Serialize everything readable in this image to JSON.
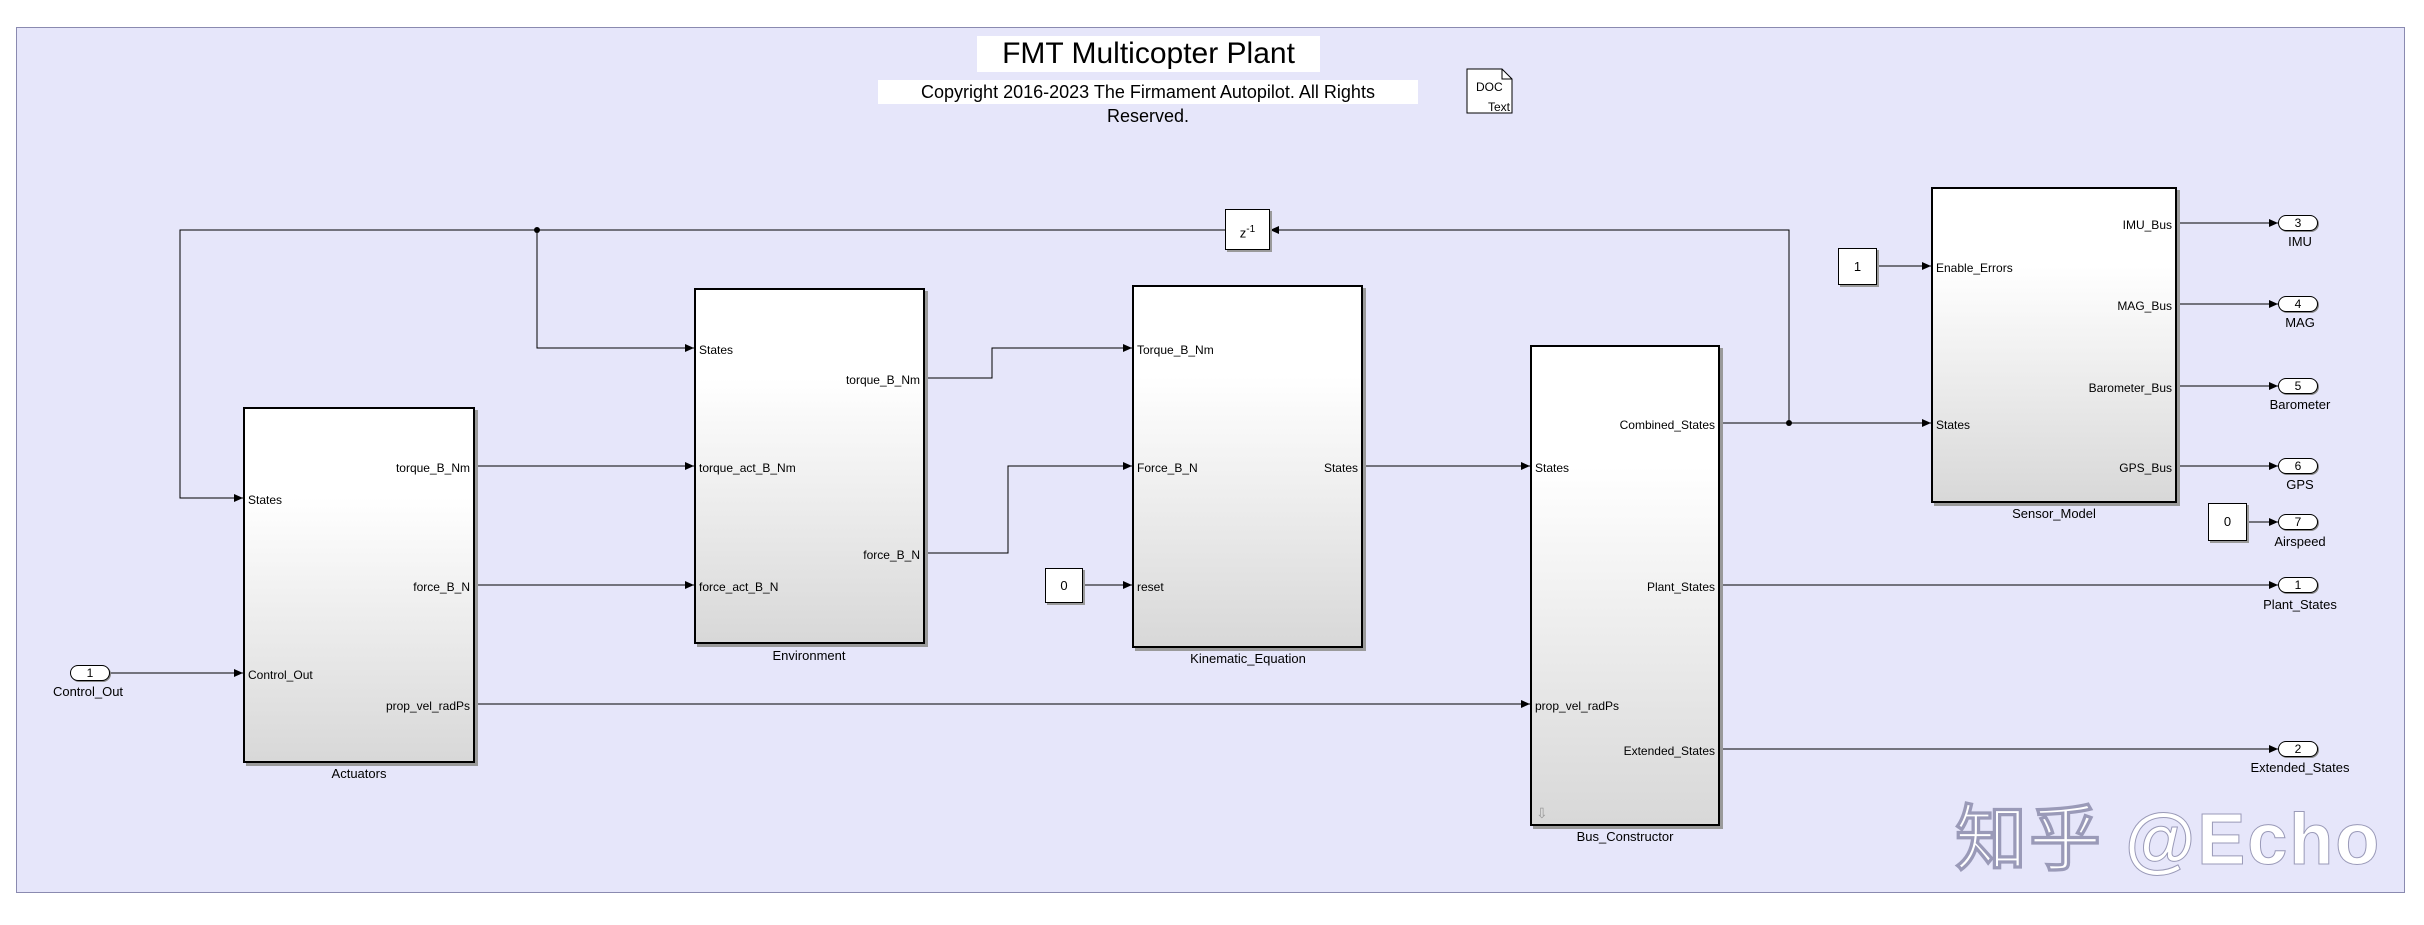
{
  "header": {
    "title": "FMT Multicopter Plant",
    "copyright": "Copyright 2016-2023 The Firmament Autopilot. All Rights Reserved."
  },
  "doc_block": {
    "line1": "DOC",
    "line2": "Text"
  },
  "blocks": {
    "actuators": {
      "name": "Actuators",
      "inputs": [
        "States",
        "Control_Out"
      ],
      "outputs": [
        "torque_B_Nm",
        "force_B_N",
        "prop_vel_radPs"
      ]
    },
    "environment": {
      "name": "Environment",
      "inputs": [
        "States",
        "torque_act_B_Nm",
        "force_act_B_N"
      ],
      "outputs": [
        "torque_B_Nm",
        "force_B_N"
      ]
    },
    "kinematic": {
      "name": "Kinematic_Equation",
      "inputs": [
        "Torque_B_Nm",
        "Force_B_N",
        "reset"
      ],
      "outputs": [
        "States"
      ]
    },
    "bus_constructor": {
      "name": "Bus_Constructor",
      "inputs": [
        "States",
        "prop_vel_radPs"
      ],
      "outputs": [
        "Combined_States",
        "Plant_States",
        "Extended_States"
      ]
    },
    "sensor_model": {
      "name": "Sensor_Model",
      "inputs": [
        "Enable_Errors",
        "States"
      ],
      "outputs": [
        "IMU_Bus",
        "MAG_Bus",
        "Barometer_Bus",
        "GPS_Bus"
      ]
    }
  },
  "constants": {
    "enable_errors": "1",
    "reset": "0",
    "airspeed": "0"
  },
  "delay": {
    "label": "z",
    "exponent": "-1"
  },
  "inports": [
    {
      "num": "1",
      "name": "Control_Out"
    }
  ],
  "outports": [
    {
      "num": "3",
      "name": "IMU"
    },
    {
      "num": "4",
      "name": "MAG"
    },
    {
      "num": "5",
      "name": "Barometer"
    },
    {
      "num": "6",
      "name": "GPS"
    },
    {
      "num": "7",
      "name": "Airspeed"
    },
    {
      "num": "1",
      "name": "Plant_States"
    },
    {
      "num": "2",
      "name": "Extended_States"
    }
  ],
  "watermark": "知乎 @Echo"
}
